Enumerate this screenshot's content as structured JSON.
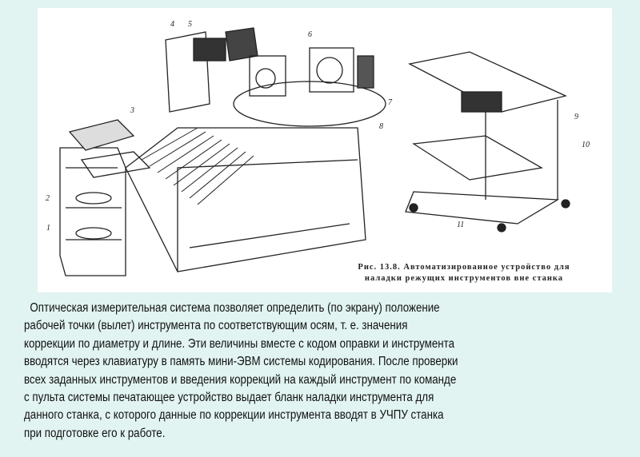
{
  "figure": {
    "labels": [
      "1",
      "2",
      "3",
      "4",
      "5",
      "6",
      "7",
      "8",
      "9",
      "10",
      "11"
    ],
    "caption_line1": "Рис. 13.8. Автоматизированное устройство для",
    "caption_line2": "наладки режущих инструментов вне станка"
  },
  "paragraph": [
    "  Оптическая измерительная система позволяет определить (по экрану) положение",
    "рабочей точки (вылет) инструмента по соответствующим осям, т. е. значения",
    "коррекции по диаметру и длине. Эти величины вместе с кодом оправки и инструмента",
    "вводятся через клавиатуру в память мини-ЭВМ системы кодирования. После проверки",
    "всех заданных инструментов и введения коррекций на каждый инструмент по команде",
    "с пульта системы печатающее устройство выдает бланк наладки инструмента для",
    "данного станка, с которого данные по коррекции инструмента вводят в УЧПУ станка",
    "при подготовке его к работе."
  ]
}
